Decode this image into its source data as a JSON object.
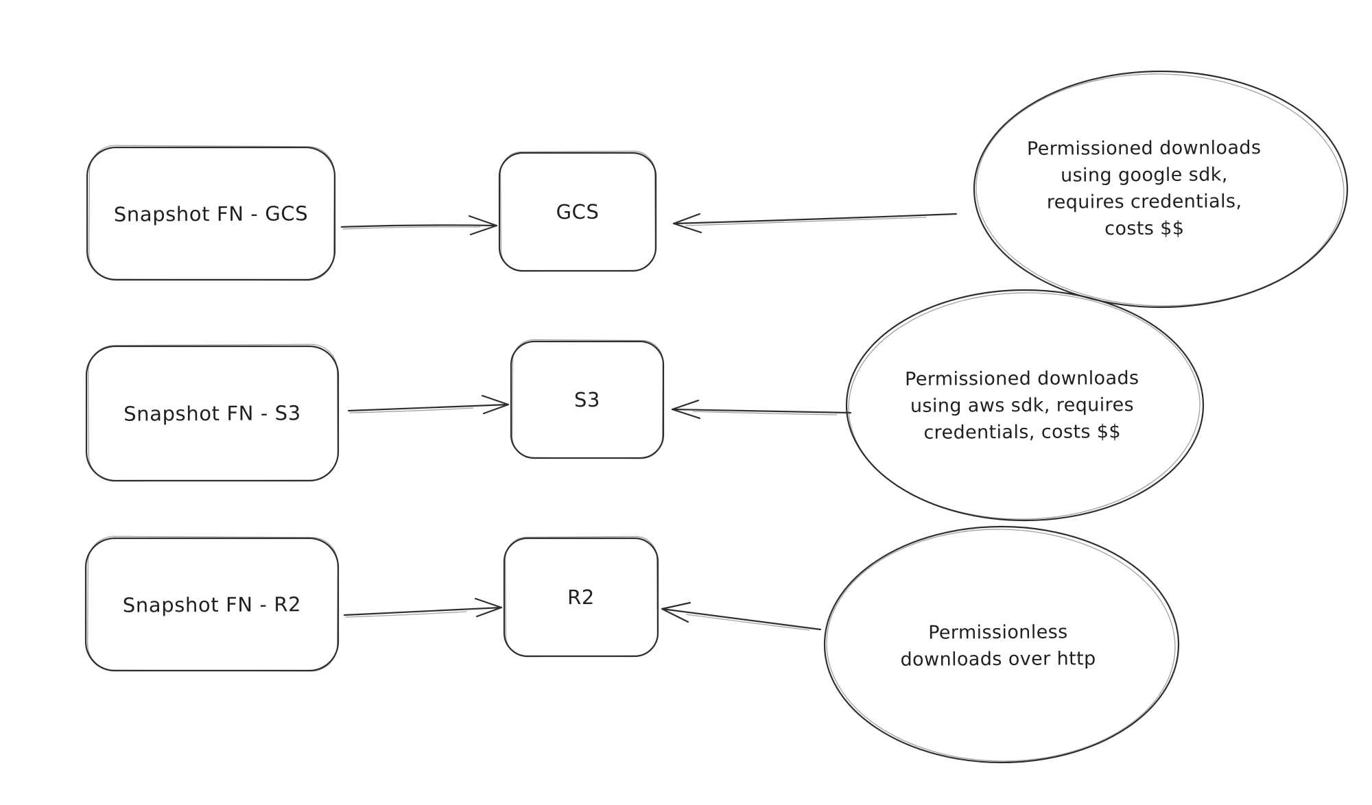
{
  "canvas": {
    "background": "#ffffff",
    "stroke_color": "#2e2e2e",
    "text_color": "#1f1f1f"
  },
  "diagram": {
    "rows": [
      {
        "id": "gcs",
        "source_label": "Snapshot FN - GCS",
        "target_label": "GCS",
        "note_lines": {
          "0": "Permissioned downloads",
          "1": "using google sdk,",
          "2": "requires credentials,",
          "3": "costs $$"
        }
      },
      {
        "id": "s3",
        "source_label": "Snapshot FN - S3",
        "target_label": "S3",
        "note_lines": {
          "0": "Permissioned downloads",
          "1": "using aws sdk, requires",
          "2": "credentials, costs $$"
        }
      },
      {
        "id": "r2",
        "source_label": "Snapshot FN - R2",
        "target_label": "R2",
        "note_lines": {
          "0": "Permissionless",
          "1": "downloads over http"
        }
      }
    ]
  }
}
